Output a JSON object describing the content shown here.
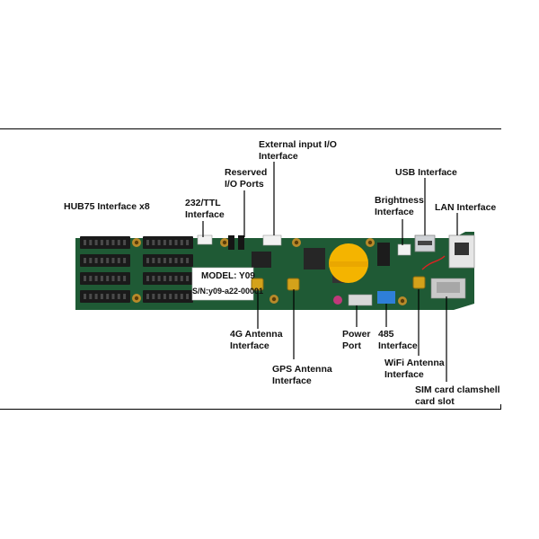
{
  "board": {
    "model_label": "MODEL: Y09",
    "serial_label": "S/N:y09-a22-00001",
    "colors": {
      "pcb": "#1f5a35",
      "connector": "#1a1a1a",
      "battery": "#f4b400",
      "antenna_gold": "#d4a21a",
      "usb_port": "#cfd2d6",
      "lan_port": "#e6e6e6",
      "blue_terminal": "#2e7fd8",
      "power_port": "#d8d8d8"
    }
  },
  "labels": {
    "hub75": "HUB75 Interface x8",
    "ttl_line1": "232/TTL",
    "ttl_line2": "Interface",
    "reserved_line1": "Reserved",
    "reserved_line2": "I/O Ports",
    "external_line1": "External input I/O",
    "external_line2": "Interface",
    "usb": "USB Interface",
    "brightness_line1": "Brightness",
    "brightness_line2": "Interface",
    "lan": "LAN Interface",
    "antenna4g_line1": "4G Antenna",
    "antenna4g_line2": "Interface",
    "gps_line1": "GPS Antenna",
    "gps_line2": "Interface",
    "power_line1": "Power",
    "power_line2": "Port",
    "rs485_line1": "485",
    "rs485_line2": "Interface",
    "wifi_line1": "WiFi Antenna",
    "wifi_line2": "Interface",
    "sim_line1": "SIM card clamshell",
    "sim_line2": "card slot"
  }
}
